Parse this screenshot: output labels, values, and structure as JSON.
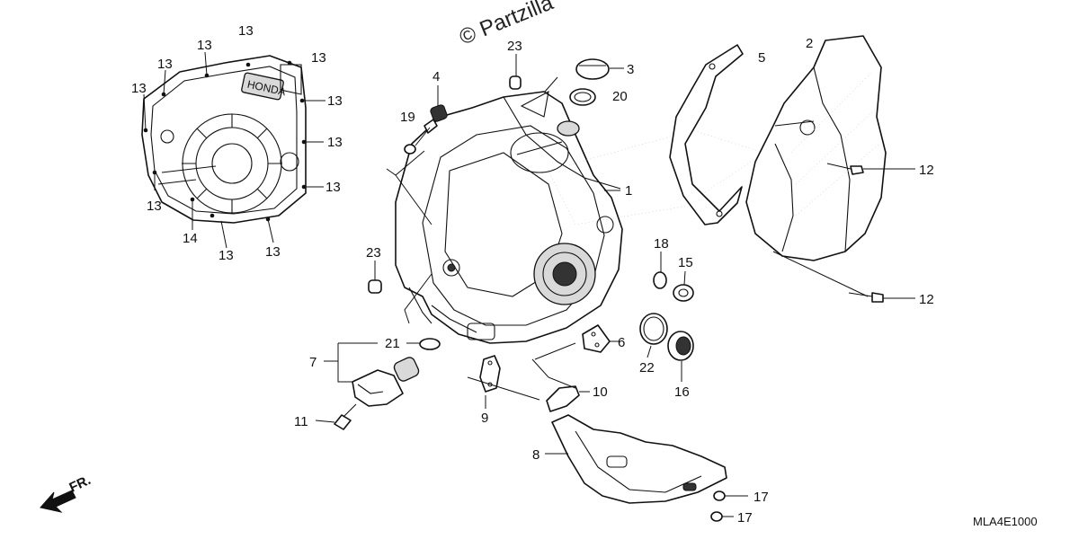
{
  "watermark": "© Partzilla",
  "diagram_code": "MLA4E1000",
  "direction_label": "FR.",
  "cover_brand": "HONDA",
  "callouts": {
    "c13_a": "13",
    "c13_b": "13",
    "c13_c": "13",
    "c13_d": "13",
    "c13_e": "13",
    "c13_f": "13",
    "c13_g": "13",
    "c13_h": "13",
    "c13_i": "13",
    "c13_j": "13",
    "c13_k": "13",
    "c14": "14",
    "c23_top": "23",
    "c3": "3",
    "c20": "20",
    "c4": "4",
    "c19": "19",
    "c5": "5",
    "c2": "2",
    "c12_top": "12",
    "c1": "1",
    "c18": "18",
    "c15": "15",
    "c12_bot": "12",
    "c23_left": "23",
    "c21": "21",
    "c7": "7",
    "c6": "6",
    "c22": "22",
    "c16": "16",
    "c10": "10",
    "c9": "9",
    "c11": "11",
    "c8": "8",
    "c17_top": "17",
    "c17_bot": "17"
  }
}
